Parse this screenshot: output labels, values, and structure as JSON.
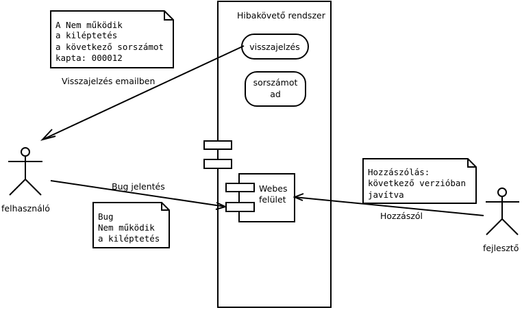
{
  "system": {
    "title": "Hibakövető rendszer"
  },
  "usecases": {
    "feedback": "visszajelzés",
    "assign_number": [
      "sorszámot",
      "ad"
    ]
  },
  "component": {
    "label": [
      "Webes",
      "felület"
    ]
  },
  "actors": {
    "user": "felhasználó",
    "developer": "fejlesztő"
  },
  "edges": {
    "feedback_email": "Visszajelzés emailben",
    "bug_report": "Bug jelentés",
    "comment": "Hozzászól"
  },
  "notes": {
    "status_note": [
      "A Nem működik",
      "a kiléptetés",
      "a következő sorszámot",
      "kapta: 000012"
    ],
    "bug_note": [
      "Bug",
      "Nem működik",
      "a kiléptetés"
    ],
    "comment_note": [
      "Hozzászólás:",
      "következő verzióban",
      "javítva"
    ]
  }
}
